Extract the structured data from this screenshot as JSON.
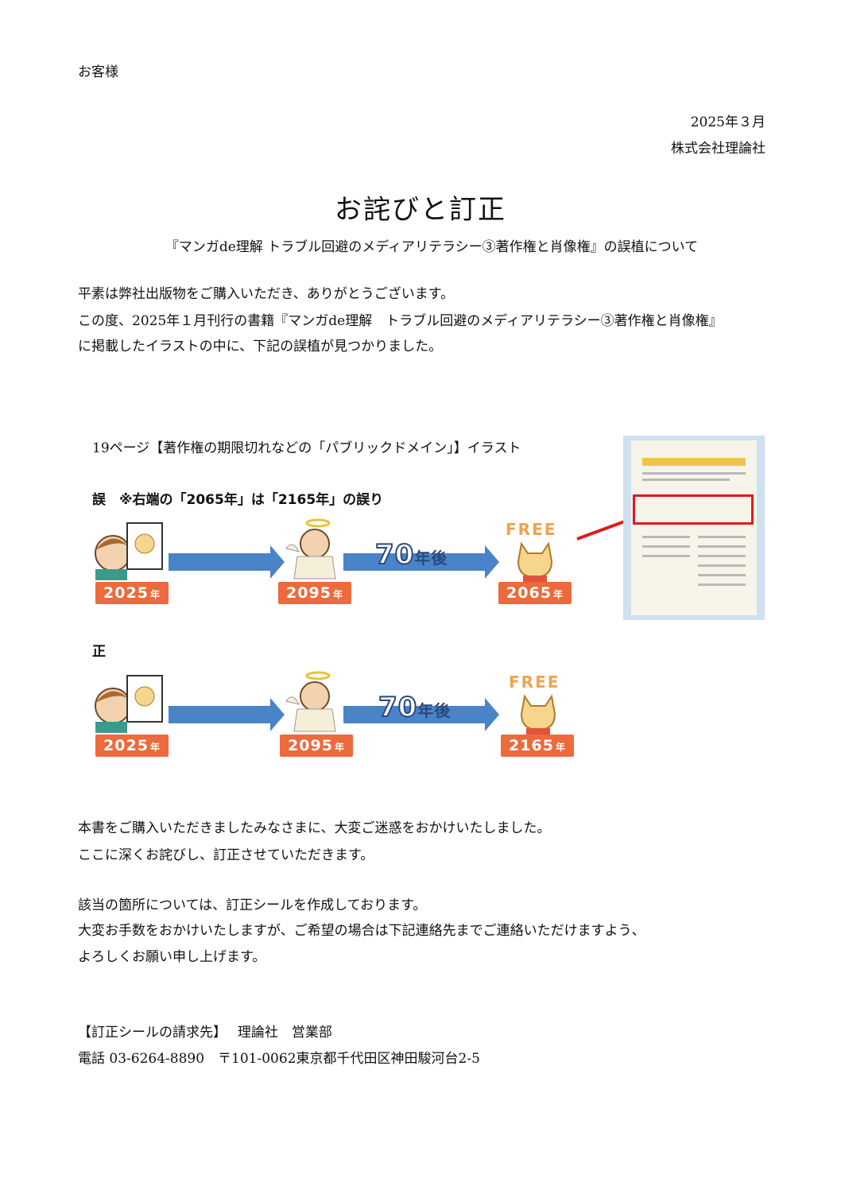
{
  "header": {
    "recipient": "お客様",
    "date": "2025年３月",
    "company": "株式会社理論社"
  },
  "title": "お詫びと訂正",
  "subtitle": "『マンガde理解 トラブル回避のメディアリテラシー③著作権と肖像権』の誤植について",
  "intro": [
    "平素は弊社出版物をご購入いただき、ありがとうございます。",
    "この度、2025年１月刊行の書籍『マンガde理解　トラブル回避のメディアリテラシー③著作権と肖像権』",
    "に掲載したイラストの中に、下記の誤植が見つかりました。"
  ],
  "illustration": {
    "caption": "19ページ【著作権の期限切れなどの「パブリックドメイン」】イラスト",
    "wrong_label": "誤　※右端の「2065年」は「2165年」の誤り",
    "correct_label": "正",
    "seventy_num": "70",
    "seventy_unit": "年後",
    "free": "FREE",
    "year_unit": "年",
    "wrong_years": [
      "2025",
      "2095",
      "2065"
    ],
    "correct_years": [
      "2025",
      "2095",
      "2165"
    ],
    "highlight_color": "#e01a1a",
    "badge_color": "#ec6a3c",
    "arrow_color": "#4a84c8"
  },
  "apology": [
    "本書をご購入いただきましたみなさまに、大変ご迷惑をおかけいたしました。",
    "ここに深くお詫びし、訂正させていただきます。"
  ],
  "notice": [
    "該当の箇所については、訂正シールを作成しております。",
    "大変お手数をおかけいたしますが、ご希望の場合は下記連絡先までご連絡いただけますよう、",
    "よろしくお願い申し上げます。"
  ],
  "contact": {
    "line1": "【訂正シールの請求先】　 理論社　営業部",
    "line2": "電話 03-6264-8890　〒101-0062東京都千代田区神田駿河台2-5"
  }
}
